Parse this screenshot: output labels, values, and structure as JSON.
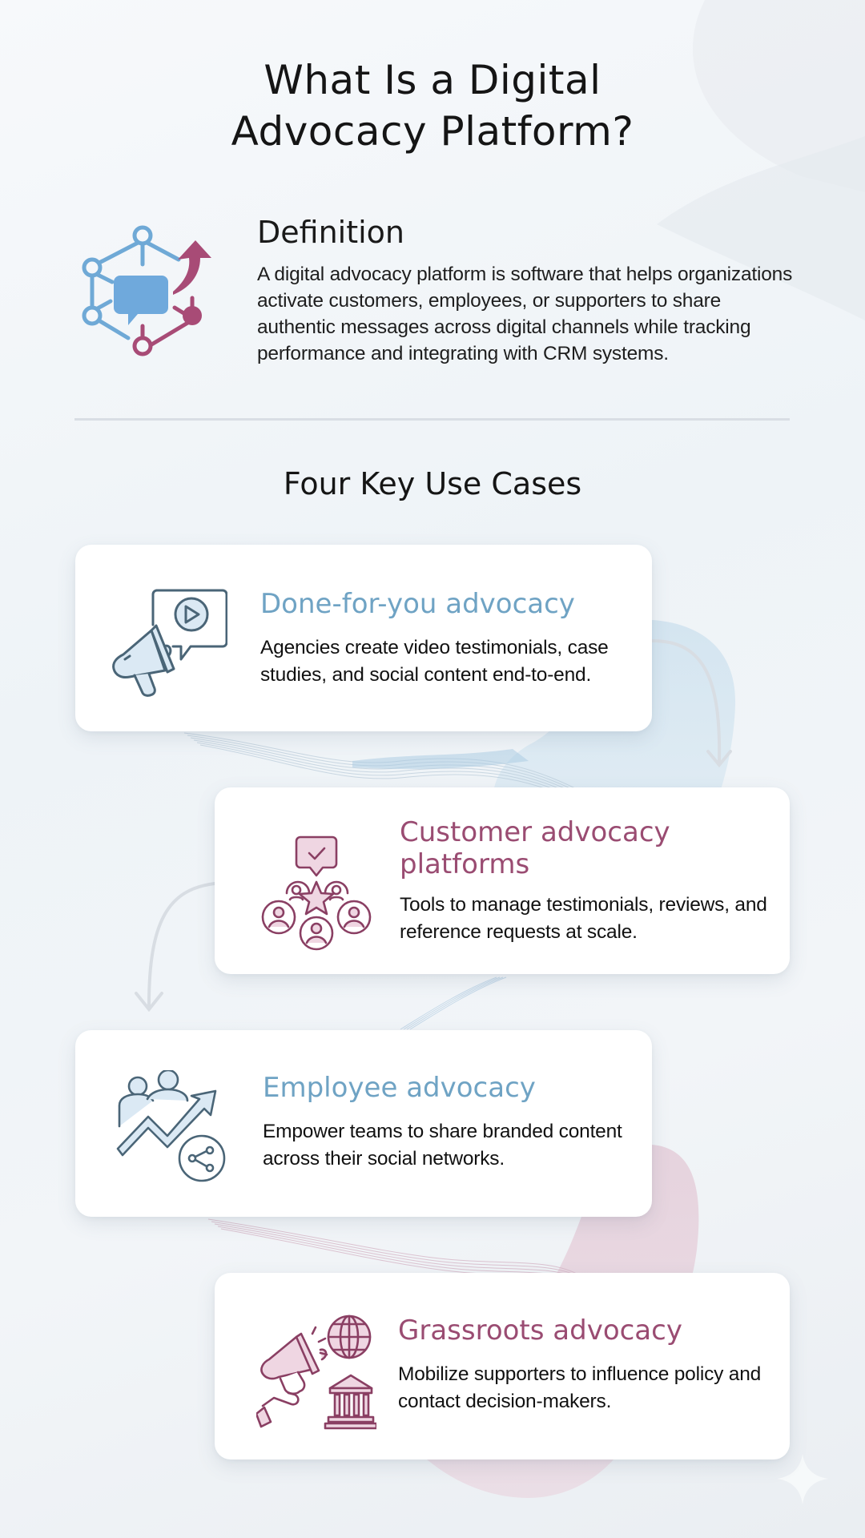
{
  "header": {
    "title_line1": "What Is a Digital",
    "title_line2": "Advocacy Platform?"
  },
  "definition": {
    "icon": "network-chat-growth-icon",
    "heading": "Definition",
    "body": "A digital advocacy platform is software that helps organizations activate customers, employees, or supporters to share authentic messages across digital channels while tracking performance and integrating with CRM systems."
  },
  "use_cases": {
    "section_title": "Four Key Use Cases",
    "items": [
      {
        "icon": "megaphone-video-icon",
        "title": "Done-for-you advocacy",
        "body": "Agencies create video testimonials, case studies, and social content end-to-end.",
        "accent": "#6fa3c4"
      },
      {
        "icon": "customer-community-star-icon",
        "title": "Customer advocacy platforms",
        "body": "Tools to manage testimonials, reviews, and reference requests at scale.",
        "accent": "#9a4c72"
      },
      {
        "icon": "team-growth-share-icon",
        "title": "Employee advocacy",
        "body": "Empower teams to share branded content across their social networks.",
        "accent": "#6fa3c4"
      },
      {
        "icon": "megaphone-globe-government-icon",
        "title": "Grassroots advocacy",
        "body": "Mobilize supporters to influence policy and contact decision-makers.",
        "accent": "#9a4c72"
      }
    ]
  },
  "colors": {
    "blue_accent": "#6fa3c4",
    "plum_accent": "#9a4c72",
    "background": "#f2f5f8",
    "card": "#ffffff",
    "divider": "#d9dee4"
  }
}
